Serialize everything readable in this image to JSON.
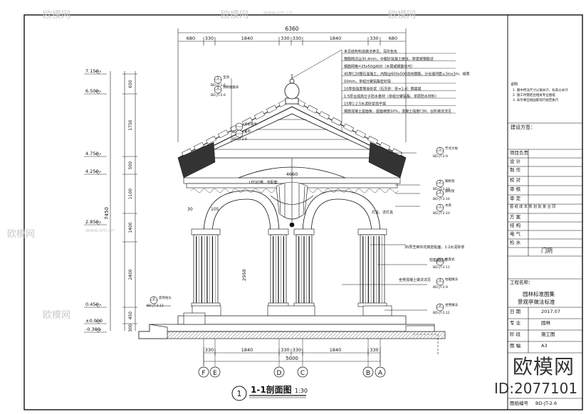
{
  "drawing": {
    "section_title": "1-1剖面图",
    "scale": "1:30",
    "section_number": "1",
    "overall_width": "6360",
    "top_dims": [
      "680",
      "330",
      "1840",
      "330",
      "330",
      "1840",
      "330",
      "680"
    ],
    "bottom_dims": [
      "330",
      "1840",
      "330",
      "330",
      "1840",
      "330"
    ],
    "bottom_overall": "5000",
    "axes": [
      "F",
      "E",
      "D",
      "C",
      "B",
      "A"
    ],
    "levels": [
      "7.150",
      "6.500",
      "4.750",
      "4.250",
      "2.850",
      "0.450",
      "±0.000",
      "-0.300"
    ],
    "vertical_dims_left": [
      "7450"
    ],
    "vertical_dims_inner": [
      "650",
      "1750",
      "500",
      "1100",
      "1400",
      "2400",
      "450",
      "300"
    ],
    "inner_height": "2950",
    "span_4660": "4660",
    "dim_30": "30",
    "dim_105": "105",
    "notes": [
      "未见结构构造做法参见，深灰色瓦",
      "钢筋网点@30,4mm，中粗砂混凝土做法，厚度按钢筋设",
      "钢筋网格=25x50@600（木屑或钢筋均可）",
      "40厚C20细石混凝土，内配@600x500双向钢筋，分仓缝间距≤3mx3m，缝宽",
      "10mm，单组分聚氨酯密封膏",
      "10厚低强度等级砂浆（石灰砂：砂=1:4）隔离层",
      "1.5厚合成高分子防水卷材（单组分聚氨酯、单层防水材料）",
      "15厚1:2.5水泥砂浆找平层",
      "钢筋混凝土屋面板，屋面坡度10%，混凝土强度C30，台阶做法详见"
    ],
    "callouts": [
      {
        "num": "1",
        "sheet": "BD-JT-2.6",
        "label": "宝顶"
      },
      {
        "num": "2",
        "sheet": "BD-JT-2.6",
        "label": "预制钢筋条"
      },
      {
        "num": "",
        "sheet": "BD-JT-2.6",
        "label": "系统管件"
      },
      {
        "num": "",
        "sheet": "BD-JT-2.6",
        "label": "光带"
      },
      {
        "num": "1",
        "sheet": "BD-JT-2.9",
        "label": "节点大样"
      },
      {
        "num": "2",
        "sheet": "BD-JT-2.10",
        "label": "钢构架"
      },
      {
        "num": "3",
        "sheet": "BD-JT-2.10",
        "label": "钢构架"
      },
      {
        "num": "1",
        "sheet": "BD-JT-2.10",
        "label": "木梁"
      },
      {
        "num": "2",
        "sheet": "BD-JT-2.12",
        "label": "装饰柱头"
      },
      {
        "num": "3",
        "sheet": "BD-JT-2.11",
        "label": "柱座式"
      },
      {
        "num": "4",
        "sheet": "BD-JT-2.9",
        "label": "柱础做法"
      },
      {
        "num": "2",
        "sheet": "BD-JT-2.12",
        "label": "坐凳做法"
      }
    ],
    "annotations": [
      "LED灯带、市配套",
      "灯具、详灯具",
      "30厚芝麻灰花岗岩贴面，1:2水泥砂浆",
      "柱座做法详",
      "坐凳混凝土做法详见"
    ]
  },
  "title_block": {
    "notes_header": "说明",
    "notes": [
      "1. 图中所注尺寸以毫米计，标高以米计",
      "2. 施工时需结合相关专业图纸",
      "3. 未尽事宜按国家现行规范执行"
    ],
    "review_label": "建设方签：",
    "rows": [
      {
        "label": "项目负责",
        "value": ""
      },
      {
        "label": "设 计",
        "value": ""
      },
      {
        "label": "制 作",
        "value": ""
      },
      {
        "label": "校 对",
        "value": ""
      },
      {
        "label": "审 核",
        "value": ""
      },
      {
        "label": "审 定",
        "value": ""
      },
      {
        "label": "图 纸 成 本 规 划 批 复 合 同",
        "value": ""
      },
      {
        "label": "方 案",
        "value": ""
      },
      {
        "label": "结 构",
        "value": ""
      },
      {
        "label": "电 气",
        "value": ""
      },
      {
        "label": "检 水",
        "value": ""
      }
    ],
    "project_name_label": "工程名称：",
    "drawing_name": "园林标准图集",
    "drawing_subname": "景观亭做法标准",
    "info_rows": [
      {
        "label": "日 期",
        "value": "2017.07"
      },
      {
        "label": "专 业",
        "value": "园林"
      },
      {
        "label": "阶 段",
        "value": "施工图"
      },
      {
        "label": "图 幅",
        "value": "A3"
      }
    ],
    "sheet_no_label": "图纸编号",
    "sheet_no": "BD-JT-2.6",
    "stage_word": "门阴"
  },
  "watermark": {
    "brand": "欧模网",
    "site": "www.om.cn",
    "id": "ID:2077101"
  }
}
